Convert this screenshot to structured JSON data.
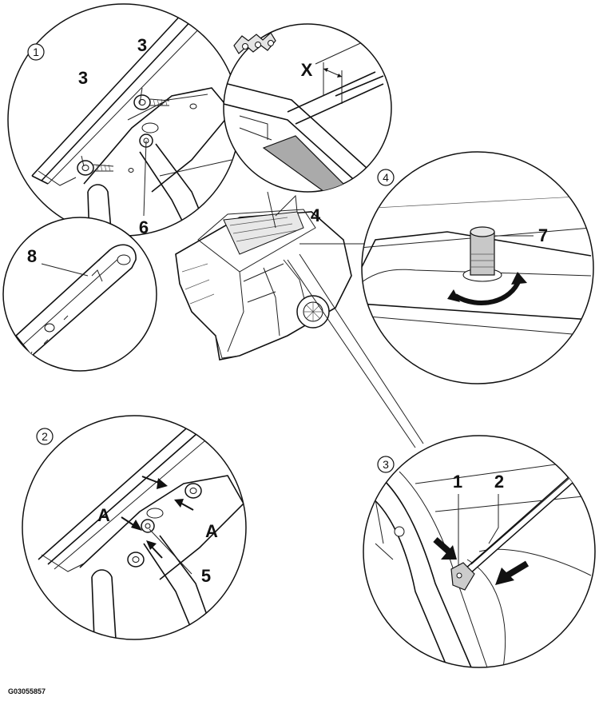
{
  "figure_id": "G03055857",
  "views": [
    {
      "badge": "1",
      "callouts": [
        "3",
        "3",
        "6"
      ]
    },
    {
      "badge": "2",
      "callouts": [
        "A",
        "A",
        "5"
      ]
    },
    {
      "badge": "3",
      "callouts": [
        "1",
        "2"
      ]
    },
    {
      "badge": "4",
      "callouts": [
        "7"
      ]
    }
  ],
  "detail_callouts": {
    "bracket": "8",
    "roof_panel": "4",
    "gap": "X"
  }
}
